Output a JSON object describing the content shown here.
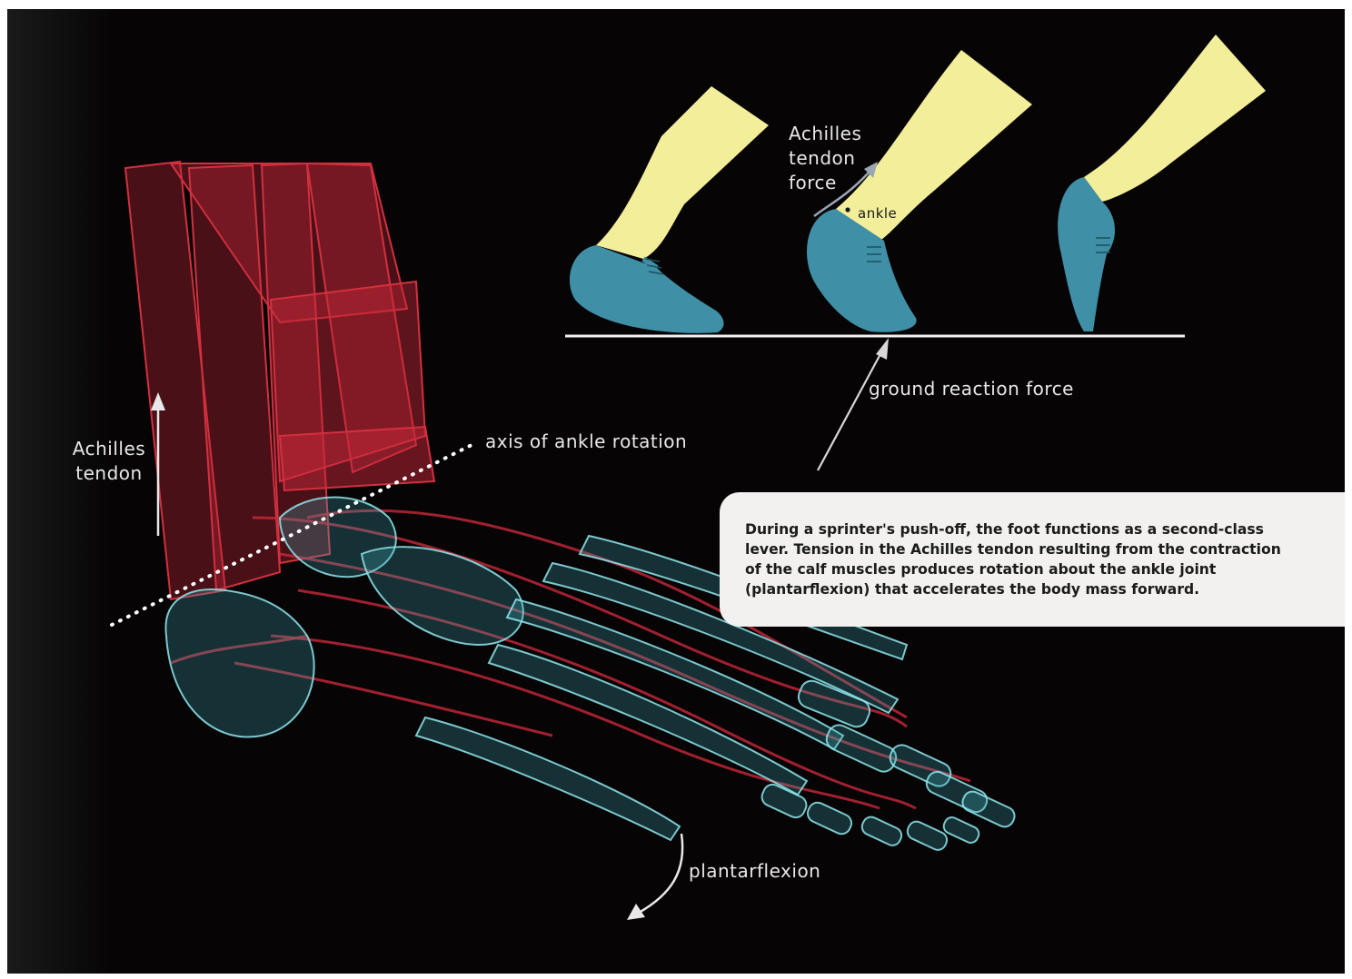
{
  "labels": {
    "achilles_tendon": "Achilles tendon",
    "axis_of_rotation": "axis of ankle rotation",
    "achilles_tendon_force": "Achilles tendon force",
    "ankle": "ankle",
    "ground_reaction_force": "ground reaction force",
    "plantarflexion": "plantarflexion"
  },
  "caption": "During a sprinter's push-off, the foot functions as a second-class lever. Tension in the Achilles tendon resulting from the contraction of the calf muscles produces rotation about the ankle joint (plantarflexion) that accelerates the body mass forward.",
  "colors": {
    "background": "#060405",
    "muscle": "#c8283a",
    "bone": "#7fe0e6",
    "leg": "#f3ee9a",
    "sock": "#3f8fa6",
    "caption_bg": "#f2f1ef"
  }
}
